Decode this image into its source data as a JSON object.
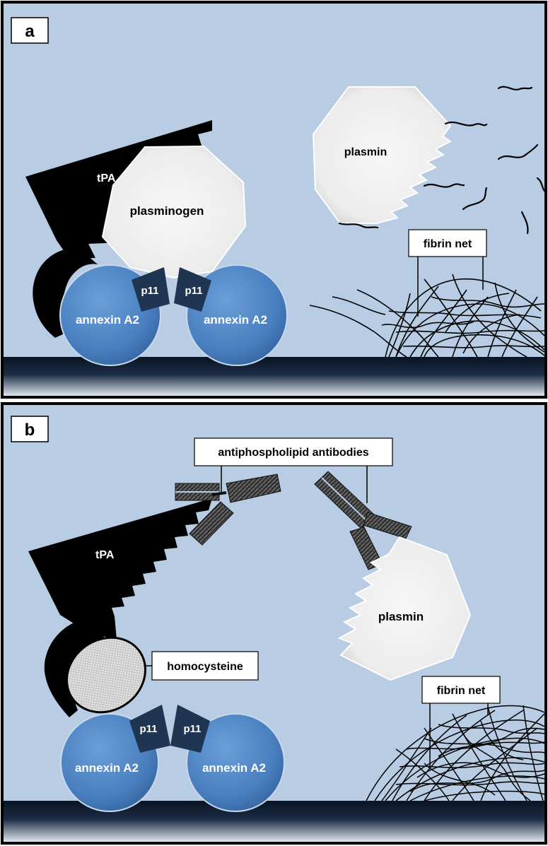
{
  "panels": {
    "a": {
      "letter": "a",
      "tpa": "tPA",
      "plasminogen": "plasminogen",
      "plasmin": "plasmin",
      "fibrin_net": "fibrin net",
      "p11_left": "p11",
      "p11_right": "p11",
      "annexin_left": "annexin A2",
      "annexin_right": "annexin A2"
    },
    "b": {
      "letter": "b",
      "antibodies": "antiphospholipid antibodies",
      "tpa": "tPA",
      "homocysteine": "homocysteine",
      "plasmin": "plasmin",
      "fibrin_net": "fibrin net",
      "p11_left": "p11",
      "p11_right": "p11",
      "annexin_left": "annexin A2",
      "annexin_right": "annexin A2"
    }
  },
  "colors": {
    "background": "#b8cde4",
    "annexin": "#4f86c6",
    "p11": "#1f3552",
    "membrane": "#0e1a2c",
    "tpa": "#000000",
    "enzyme": "#f2f2f2"
  }
}
